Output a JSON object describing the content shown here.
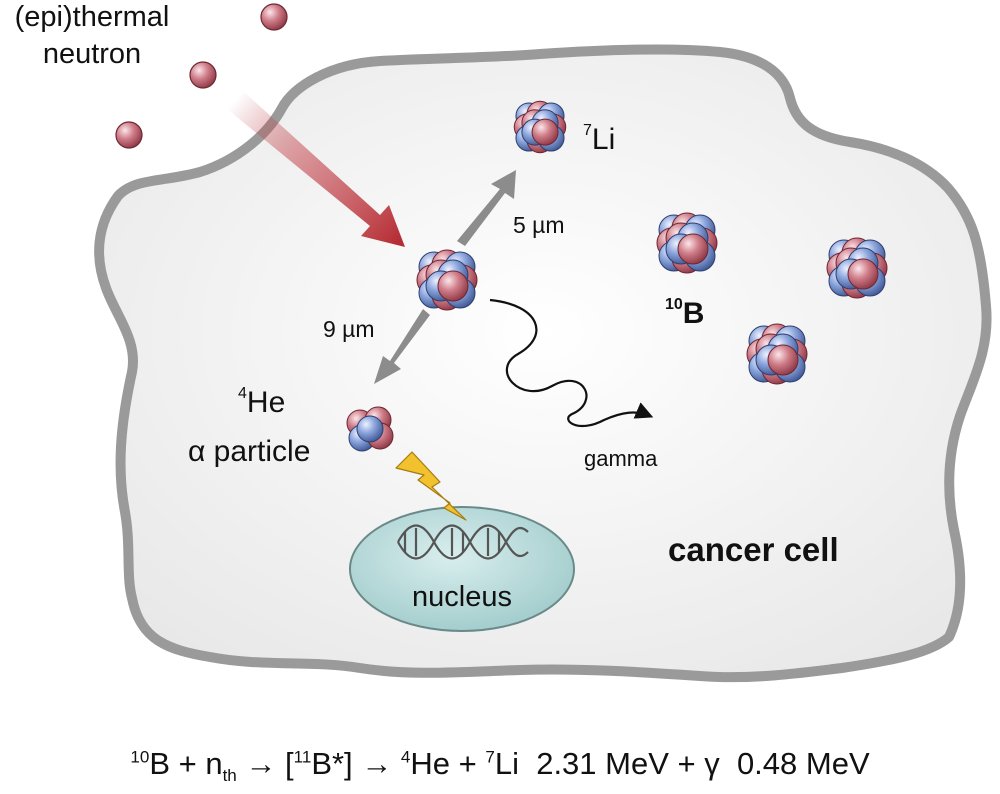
{
  "labels": {
    "neutron_line1": "(epi)thermal",
    "neutron_line2": "neutron",
    "lithium_sup": "7",
    "lithium": "Li",
    "lithium_range": "5 µm",
    "boron_sup": "10",
    "boron": "B",
    "alpha_range": "9 µm",
    "helium_sup": "4",
    "helium": "He",
    "alpha_particle": "α particle",
    "gamma": "gamma",
    "nucleus": "nucleus",
    "cancer_cell": "cancer cell"
  },
  "equation": {
    "b10_sup": "10",
    "b10": "B + n",
    "nth_sub": "th",
    "arrow1": " → [",
    "b11_sup": "11",
    "b11": "B*] → ",
    "he_sup": "4",
    "he": "He + ",
    "li_sup": "7",
    "li": "Li  2.31 MeV + γ  0.48 MeV"
  },
  "colors": {
    "proton": "#c9737f",
    "neutron_nucleon": "#7f9bd6",
    "cell_fill": "#f0f0f0",
    "cell_border": "#9a9a9a",
    "nucleus_fill": "#b9dcdc",
    "incoming_arrow": "#b62e35",
    "track_arrow": "#8c8c8c",
    "lightning": "#f2c12e"
  },
  "icons": {
    "free_neutron": "red-sphere",
    "boron_atom": "nucleon-cluster",
    "gamma_wave": "wavy-arrow",
    "dna": "double-helix",
    "damage": "lightning-bolt"
  }
}
